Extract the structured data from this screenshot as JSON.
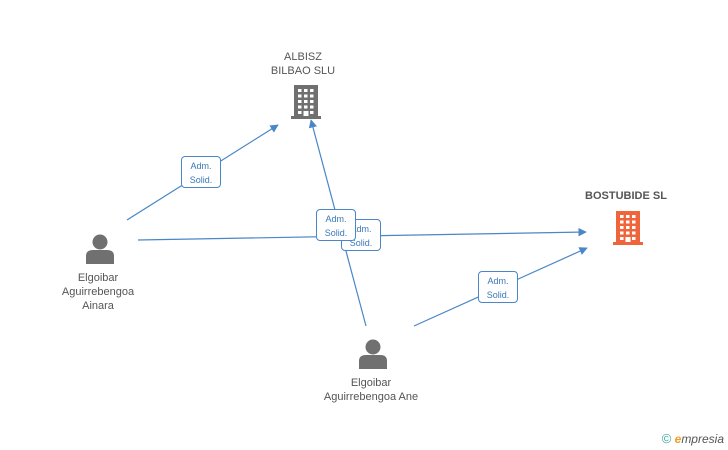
{
  "nodes": [
    {
      "id": "albisz",
      "kind": "company",
      "label_lines": [
        "ALBISZ",
        "BILBAO SLU"
      ],
      "color": "#707070",
      "focal": false
    },
    {
      "id": "bostubide",
      "kind": "company",
      "label_lines": [
        "BOSTUBIDE SL"
      ],
      "color": "#f0643c",
      "focal": true
    },
    {
      "id": "ainara",
      "kind": "person",
      "label_lines": [
        "Elgoibar",
        "Aguirrebengoa",
        "Ainara"
      ],
      "color": "#707070",
      "focal": false
    },
    {
      "id": "ane",
      "kind": "person",
      "label_lines": [
        "Elgoibar",
        "Aguirrebengoa Ane"
      ],
      "color": "#707070",
      "focal": false
    }
  ],
  "edges": [
    {
      "id": "ainara-albisz",
      "from": "ainara",
      "to": "albisz",
      "label_lines": [
        "Adm.",
        "Solid."
      ]
    },
    {
      "id": "ane-albisz",
      "from": "ane",
      "to": "albisz",
      "label_lines": [
        "Adm.",
        "Solid."
      ]
    },
    {
      "id": "ainara-bostubide",
      "from": "ainara",
      "to": "bostubide",
      "label_lines": [
        "Adm.",
        "Solid."
      ]
    },
    {
      "id": "ane-bostubide",
      "from": "ane",
      "to": "bostubide",
      "label_lines": [
        "Adm.",
        "Solid."
      ]
    }
  ],
  "colors": {
    "edge": "#4a86c8",
    "badge_text": "#3a78b8"
  },
  "brand": {
    "copyright": "©",
    "e": "e",
    "rest": "mpresia"
  }
}
